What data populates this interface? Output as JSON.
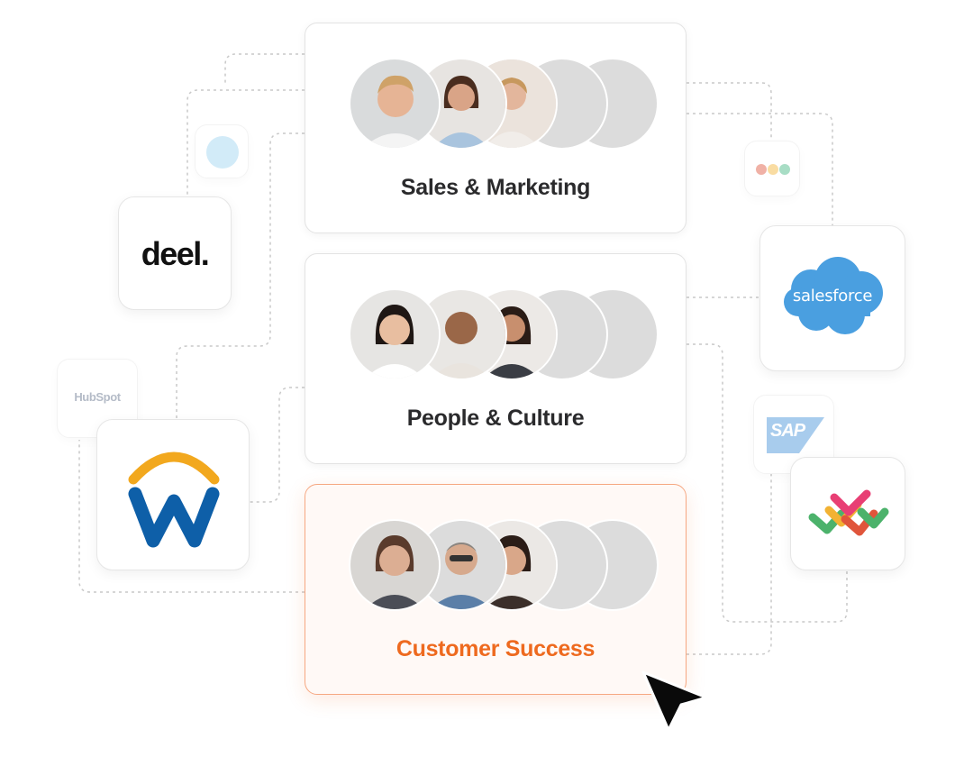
{
  "cards": [
    {
      "title": "Sales & Marketing",
      "selected": false
    },
    {
      "title": "People & Culture",
      "selected": false
    },
    {
      "title": "Customer Success",
      "selected": true
    }
  ],
  "logos": {
    "deel": "deel.",
    "salesforce": "salesforce",
    "hubspot": "HubSpot",
    "sap": "SAP"
  },
  "colors": {
    "accent": "#ee6a1f",
    "salesforce_blue": "#4a9fe0",
    "sap_blue": "#3f8fd9",
    "workday_blue": "#0e5fa8",
    "workday_orange": "#f2a81e"
  },
  "icons": [
    "person-avatar",
    "empty-avatar-slot",
    "deel-logo-icon",
    "salesforce-logo-icon",
    "workday-logo-icon",
    "hubspot-logo-icon",
    "sap-logo-icon",
    "chevron-mesh-logo-icon",
    "cursor-pointer-icon"
  ]
}
